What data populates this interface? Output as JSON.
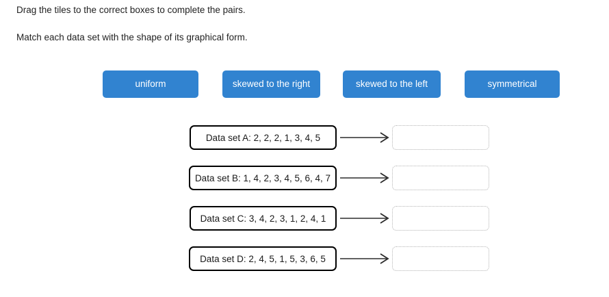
{
  "instructions": [
    "Drag the tiles to the correct boxes to complete the pairs.",
    "Match each data set with the shape of its graphical form."
  ],
  "theme": {
    "tile_background": "#3183d0",
    "tile_text": "#ffffff",
    "box_border": "#000000",
    "dropzone_border": "#b5b5b5",
    "page_background": "#ffffff",
    "text_color": "#1a1a1a"
  },
  "tiles": [
    {
      "label": "uniform"
    },
    {
      "label": "skewed to the right"
    },
    {
      "label": "skewed to the left"
    },
    {
      "label": "symmetrical"
    }
  ],
  "rows": [
    {
      "label": "Data set A: 2, 2, 2, 1, 3, 4, 5",
      "answer": ""
    },
    {
      "label": "Data set B: 1, 4, 2, 3, 4, 5, 6, 4, 7",
      "answer": ""
    },
    {
      "label": "Data set C: 3, 4, 2, 3, 1, 2, 4, 1",
      "answer": ""
    },
    {
      "label": "Data set D: 2, 4, 5, 1, 5, 3, 6, 5",
      "answer": ""
    }
  ],
  "icons": {
    "arrow": "arrow-right-icon"
  }
}
